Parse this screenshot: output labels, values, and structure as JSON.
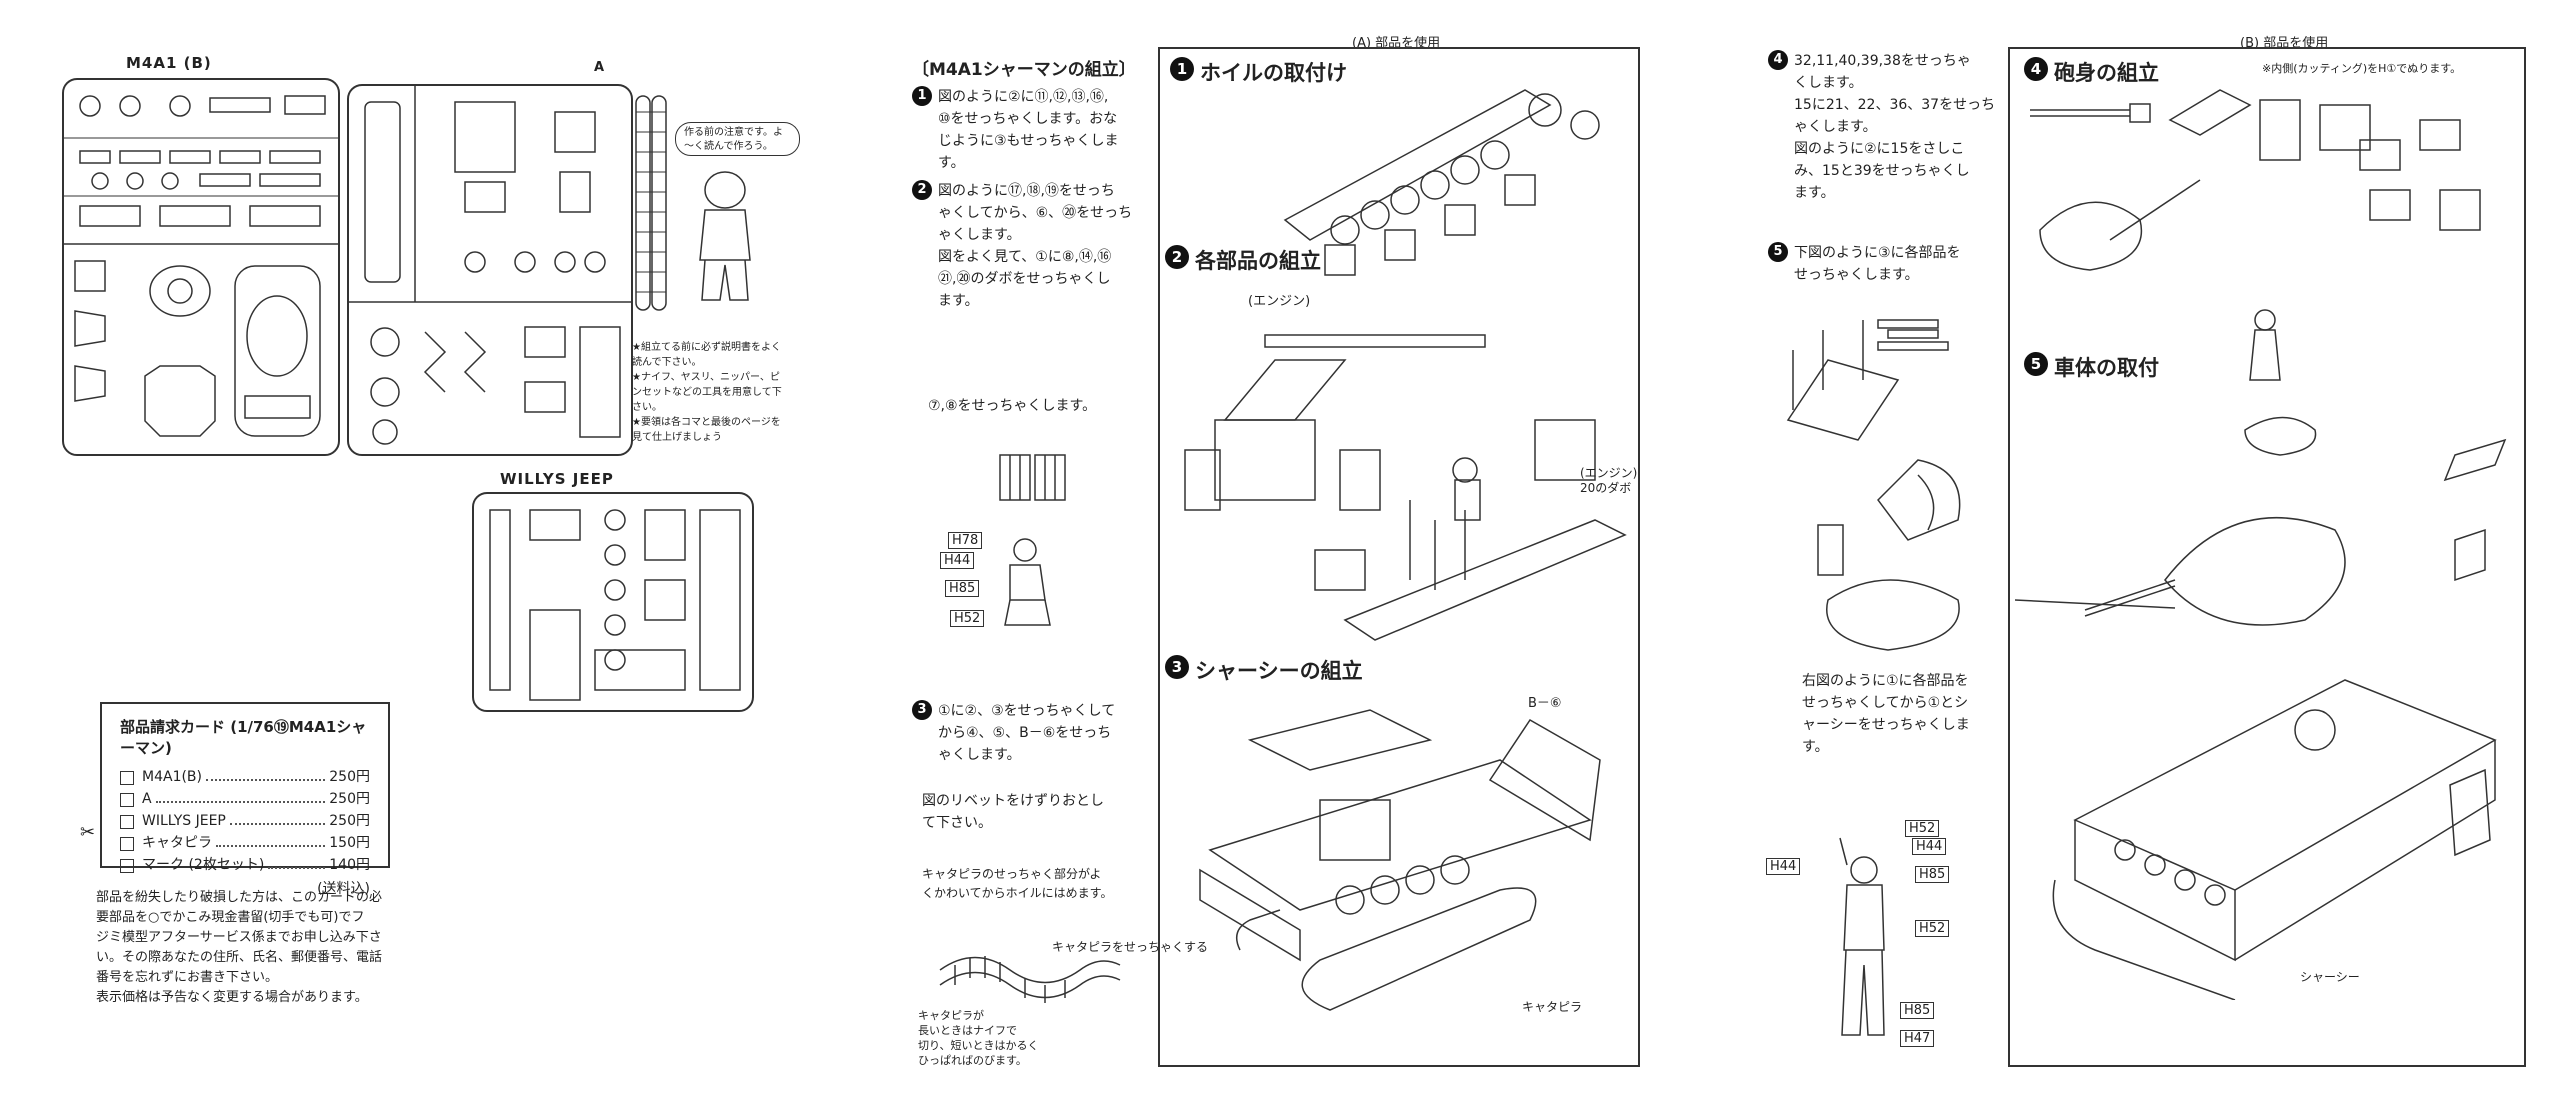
{
  "left_sheet": {
    "sprue_m4a1_label": "M4A1 (B)",
    "sprue_a_label": "A",
    "sprue_jeep_label": "WILLYS JEEP",
    "speech_bubble": "作る前の注意です。よ～く読んで作ろう。",
    "notes": [
      "★組立てる前に必ず説明書をよく読んで下さい。",
      "★ナイフ、ヤスリ、ニッパー、ピンセットなどの工具を用意して下さい。",
      "★要領は各コマと最後のページを見て仕上げましょう"
    ]
  },
  "order_card": {
    "title": "部品請求カード (1/76⑲M4A1シャーマン)",
    "items": [
      {
        "name": "M4A1(B)",
        "price": "250円"
      },
      {
        "name": "A",
        "price": "250円"
      },
      {
        "name": "WILLYS JEEP",
        "price": "250円"
      },
      {
        "name": "キャタピラ",
        "price": "150円"
      },
      {
        "name": "マーク (2枚セット)",
        "price": "140円"
      }
    ],
    "shipping_note": "(送料込)"
  },
  "order_instructions": [
    "部品を紛失したり破損した方は、このカードの必",
    "要部品を○でかこみ現金書留(切手でも可)でフ",
    "ジミ模型アフターサービス係までお申し込み下さ",
    "い。その際あなたの住所、氏名、郵便番号、電話",
    "番号を忘れずにお書き下さい。",
    "表示価格は予告なく変更する場合があります。"
  ],
  "middle": {
    "bracket_title": "〔M4A1シャーマンの組立〕",
    "panel_header": "(A) 部品を使用",
    "step1_lines": [
      "図のように②に⑪,⑫,⑬,⑯,",
      "⑩をせっちゃくします。おな",
      "じように③もせっちゃくしま",
      "す。"
    ],
    "step2_lines": [
      "図のように⑰,⑱,⑲をせっち",
      "ゃくしてから、⑥、⑳をせっち",
      "ゃくします。",
      "図をよく見て、①に⑧,⑭,⑯",
      "㉑,⑳のダボをせっちゃくし",
      "ます。"
    ],
    "step78": "⑦,⑧をせっちゃくします。",
    "step3_lines": [
      "①に②、③をせっちゃくして",
      "から④、⑤、B－⑥をせっち",
      "ゃくします。"
    ],
    "rivet_note": [
      "図のリベットをけずりおとし",
      "て下さい。"
    ],
    "track_note": [
      "キャタピラのせっちゃく部分がよ",
      "くかわいてからホイルにはめます。"
    ],
    "track_tip": [
      "キャタピラが",
      "長いときはナイフで",
      "切り、短いときはかるく",
      "ひっぱればのびます。"
    ],
    "track_tip2": "キャタピラをせっちゃくする",
    "sec1": "ホイルの取付け",
    "sec2": "各部品の組立",
    "sec3": "シャーシーの組立",
    "engine_label": "(エンジン)",
    "engine_dabo": [
      "(エンジン)",
      "20のダボ"
    ],
    "b6_label": "B－⑥",
    "track_label": "キャタピラ",
    "figure_labels": [
      "H78",
      "H44",
      "H85",
      "H52"
    ]
  },
  "right": {
    "panel_header": "(B) 部品を使用",
    "panel_note": "※内側(カッティング)をH①でぬります。",
    "step4_lines": [
      "32,11,40,39,38をせっちゃ",
      "くします。",
      "15に21、22、36、37をせっち",
      "ゃくします。",
      "図のように②に15をさしこ",
      "み、15と39をせっちゃくし",
      "ます。"
    ],
    "step5_lines": [
      "下図のように③に各部品を",
      "せっちゃくします。"
    ],
    "step5b_lines": [
      "右図のように①に各部品を",
      "せっちゃくしてから①とシ",
      "ャーシーをせっちゃくしま",
      "す。"
    ],
    "sec4": "砲身の組立",
    "sec5": "車体の取付",
    "chassis_label": "シャーシー",
    "figure_labels": [
      "H52",
      "H44",
      "H85",
      "H52",
      "H85",
      "H47",
      "H44"
    ]
  }
}
